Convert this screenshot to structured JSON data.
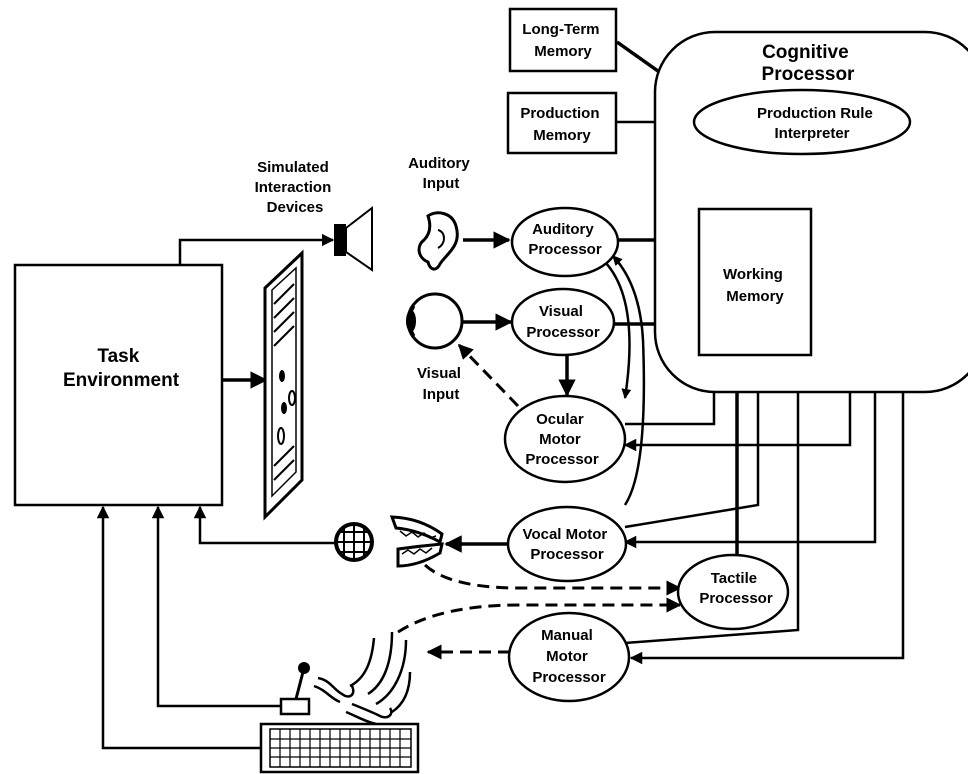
{
  "labels": {
    "long_term_memory": [
      "Long-Term",
      "Memory"
    ],
    "production_memory": [
      "Production",
      "Memory"
    ],
    "cognitive_processor": [
      "Cognitive",
      "Processor"
    ],
    "production_rule_interpreter": [
      "Production Rule",
      "Interpreter"
    ],
    "simulated_interaction_devices": [
      "Simulated",
      "Interaction",
      "Devices"
    ],
    "auditory_input": [
      "Auditory",
      "Input"
    ],
    "auditory_processor": [
      "Auditory",
      "Processor"
    ],
    "visual_processor": [
      "Visual",
      "Processor"
    ],
    "working_memory": [
      "Working",
      "Memory"
    ],
    "task_environment": [
      "Task",
      "Environment"
    ],
    "visual_input": [
      "Visual",
      "Input"
    ],
    "ocular_motor_processor": [
      "Ocular",
      "Motor",
      "Processor"
    ],
    "vocal_motor_processor": [
      "Vocal Motor",
      "Processor"
    ],
    "tactile_processor": [
      "Tactile",
      "Processor"
    ],
    "manual_motor_processor": [
      "Manual",
      "Motor",
      "Processor"
    ]
  },
  "icons": {
    "speaker": "speaker-icon",
    "screen": "display-screen-icon",
    "ear": "ear-icon",
    "eye": "eye-icon",
    "microphone": "microphone-icon",
    "mouth": "mouth-icon",
    "hands": "hands-icon",
    "joystick": "joystick-icon",
    "keyboard": "keyboard-icon"
  },
  "colors": {
    "ink": "#000000",
    "paper": "#ffffff"
  }
}
